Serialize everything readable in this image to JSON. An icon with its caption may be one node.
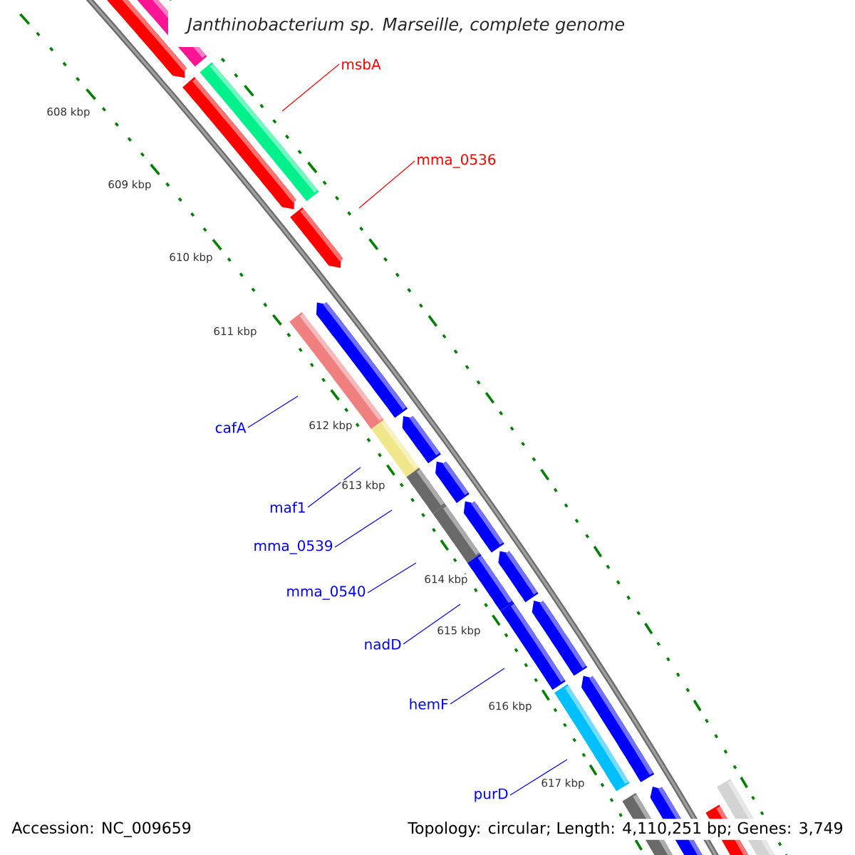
{
  "diagram": {
    "title": "Janthinobacterium sp. Marseille, complete genome",
    "nodes": [
      {
        "text": [
          "msbA"
        ]
      },
      {
        "text": [
          "mma_0536"
        ]
      },
      {
        "text": [
          "cafA"
        ]
      },
      {
        "text": [
          "maf1"
        ]
      },
      {
        "text": [
          "mma_0539"
        ]
      },
      {
        "text": [
          "mma_0540"
        ]
      },
      {
        "text": [
          "nadD"
        ]
      },
      {
        "text": [
          "hemF"
        ]
      },
      {
        "text": [
          "purD"
        ]
      }
    ],
    "edges": [
      {
        "from": 0,
        "to": null,
        "arrow": "none",
        "color": "#ff0000"
      },
      {
        "from": 1,
        "to": null,
        "arrow": "none",
        "color": "#ff0000"
      },
      {
        "from": 2,
        "to": null,
        "arrow": "none"
      },
      {
        "from": 3,
        "to": null,
        "arrow": "none"
      },
      {
        "from": 4,
        "to": null,
        "arrow": "none"
      },
      {
        "from": 5,
        "to": null,
        "arrow": "none"
      },
      {
        "from": 6,
        "to": null,
        "arrow": "none"
      },
      {
        "from": 7,
        "to": null,
        "arrow": "none"
      },
      {
        "from": 8,
        "to": null,
        "arrow": "none"
      }
    ],
    "labels": [
      "608 kbp",
      "609 kbp",
      "610 kbp",
      "611 kbp",
      "612 kbp",
      "613 kbp",
      "614 kbp",
      "615 kbp",
      "616 kbp",
      "617 kbp",
      "Accession: NC_009659",
      "Topology: circular; Length: 4,110,251 bp; Genes: 3,749"
    ]
  }
}
